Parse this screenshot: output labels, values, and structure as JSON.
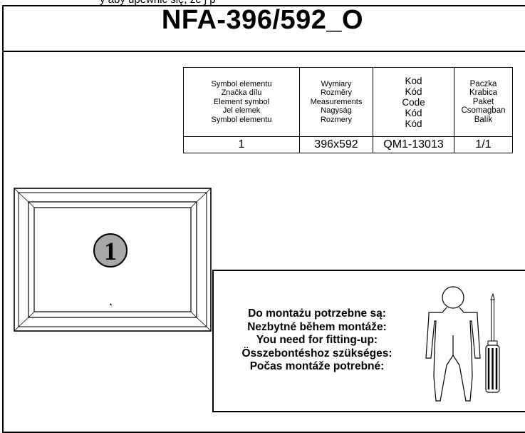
{
  "top_caption": "y aby upewnic się, że j          p",
  "title": "NFA-396/592_O",
  "spec_table": {
    "headers": [
      {
        "style": "small",
        "lines": [
          "Symbol elementu",
          "Značka dílu",
          "Element symbol",
          "Jel elemek",
          "Symbol elementu"
        ]
      },
      {
        "style": "small",
        "lines": [
          "Wymiary",
          "Rozměry",
          "Measurements",
          "Nagyság",
          "Rozmery"
        ]
      },
      {
        "style": "big",
        "lines": [
          "Kod",
          "Kód",
          "Code",
          "Kód",
          "Kód"
        ]
      },
      {
        "style": "mid",
        "lines": [
          "Paczka",
          "Krabica",
          "Paket",
          "Csomagban",
          "Balík"
        ]
      }
    ],
    "values": [
      "1",
      "396x592",
      "QM1-13013",
      "1/1"
    ]
  },
  "part_label": "1",
  "needs": {
    "lines": [
      "Do montażu potrzebne są:",
      "Nezbytné během montáže:",
      "You need for fitting-up:",
      "Összebontéshoz szükséges:",
      "Počas montáže potrebné:"
    ]
  }
}
